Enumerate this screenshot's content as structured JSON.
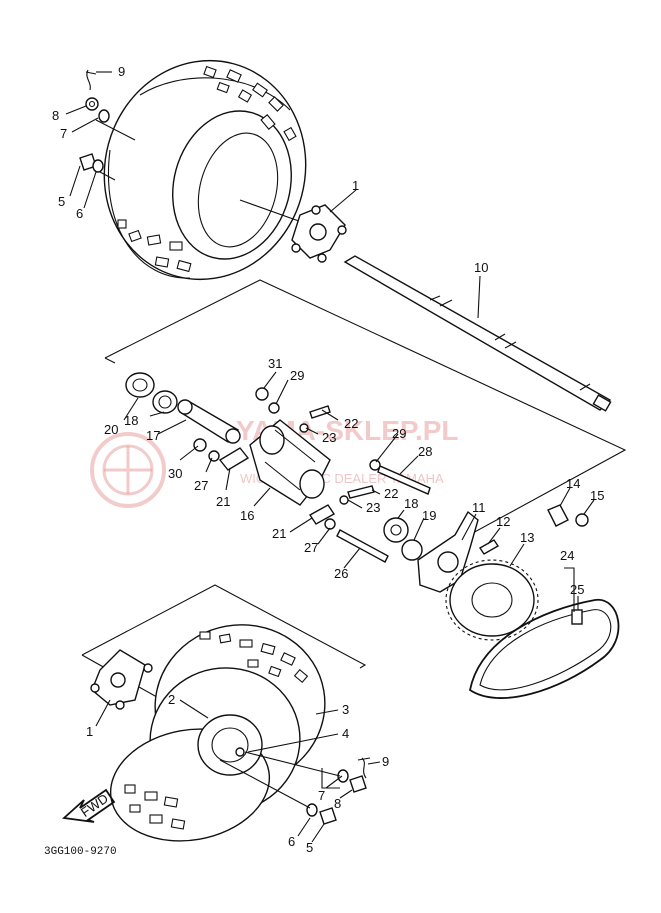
{
  "diagram": {
    "code": "3GG100-9270",
    "fwd_label": "FWD",
    "watermark": {
      "brand": "YAMA-SKLEP.PL",
      "tagline": "WIODĄCY WIC DEALER YAMAHA"
    },
    "callouts": {
      "c9a": "9",
      "c8a": "8",
      "c7a": "7",
      "c5a": "5",
      "c6a": "6",
      "c1a": "1",
      "c10": "10",
      "c31": "31",
      "c29a": "29",
      "c22a": "22",
      "c23a": "23",
      "c20": "20",
      "c18a": "18",
      "c17": "17",
      "c30": "30",
      "c27a": "27",
      "c21a": "21",
      "c16": "16",
      "c29b": "29",
      "c28": "28",
      "c22b": "22",
      "c23b": "23",
      "c18b": "18",
      "c19": "19",
      "c21b": "21",
      "c27b": "27",
      "c26": "26",
      "c11": "11",
      "c12": "12",
      "c13": "13",
      "c14": "14",
      "c15": "15",
      "c24": "24",
      "c25": "25",
      "c1b": "1",
      "c2": "2",
      "c3": "3",
      "c4": "4",
      "c9b": "9",
      "c7b": "7",
      "c8b": "8",
      "c6b": "6",
      "c5b": "5"
    }
  }
}
